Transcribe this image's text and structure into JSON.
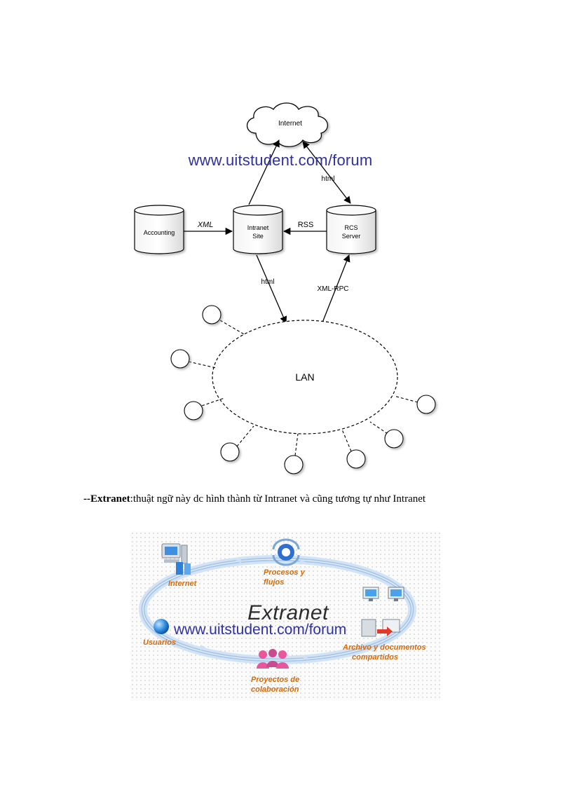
{
  "intranet_diagram": {
    "internet": "Internet",
    "accounting": "Accounting",
    "intranet_line1": "Intranet",
    "intranet_line2": "Site",
    "rcs_line1": "RCS",
    "rcs_line2": "Server",
    "lan": "LAN",
    "edge_xml": "XML",
    "edge_rss": "RSS",
    "edge_html_top": "html",
    "edge_html_bottom": "html",
    "edge_xmlrpc": "XML-RPC",
    "watermark": "www.uitstudent.com/forum"
  },
  "caption": {
    "prefix": "--",
    "term": "Extranet",
    "text": ":thuật ngữ này dc hình thành từ Intranet và cũng tương tự như Intranet"
  },
  "extranet_diagram": {
    "title": "Extranet",
    "watermark": "www.uitstudent.com/forum",
    "label_internet": "Internet",
    "label_procesos_1": "Procesos y",
    "label_procesos_2": "flujos",
    "label_usuarios": "Usuarios",
    "label_archivo_1": "Archivo y documentos",
    "label_archivo_2": "compartidos",
    "label_proyectos_1": "Proyectos de",
    "label_proyectos_2": "colaboración",
    "colors": {
      "label": "#d46a0a",
      "watermark": "#2f2fa6",
      "ring": "#a9c7ea"
    }
  }
}
